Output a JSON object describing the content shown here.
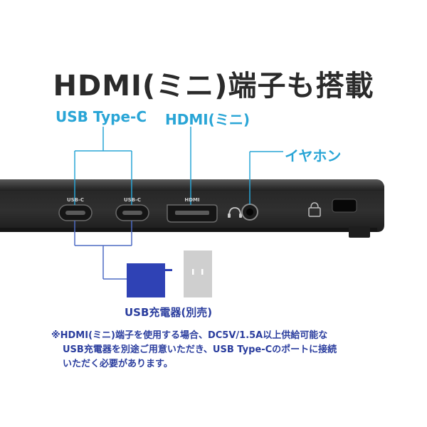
{
  "title": "HDMI(ミニ)端子も搭載",
  "labels": {
    "usb_type_c": "USB Type-C",
    "hdmi_mini": "HDMI(ミニ)",
    "earphone": "イヤホン"
  },
  "ports": {
    "usbc_1_tag": "USB-C",
    "usbc_2_tag": "USB-C",
    "hdmi_tag": "HDMI"
  },
  "charger": {
    "label": "USB充電器(別売)"
  },
  "note": {
    "line1": "※HDMI(ミニ)端子を使用する場合、DC5V/1.5A以上供給可能な",
    "line2": "USB充電器を別途ご用意いただき、USB Type-Cのポートに接続",
    "line3": "いただく必要があります。"
  },
  "colors": {
    "title_text": "#2b2b2b",
    "accent_cyan": "#29a5d6",
    "line_blue": "#4d6bc4",
    "charger_blue": "#2f42b5",
    "text_blue": "#2a3d9e",
    "device_body": "#2f2f2f",
    "device_edge": "#1a1a1a",
    "outlet_gray": "#cfcfcf"
  }
}
